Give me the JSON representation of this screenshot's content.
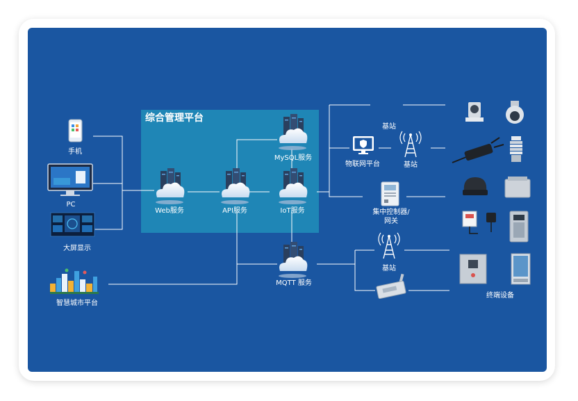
{
  "platform_title": "综合管理平台",
  "clients": {
    "phone": "手机",
    "pc": "PC",
    "bigscreen": "大屏显示",
    "smartcity": "智慧城市平台"
  },
  "services": {
    "web": "Web服务",
    "api": "API服务",
    "mysql": "MySQL服务",
    "iot": "IoT服务",
    "mqtt": "MQTT 服务"
  },
  "network": {
    "iot_platform": "物联网平台",
    "base_station_top": "基站",
    "base_station_tower": "基站",
    "controller_line1": "集中控制器/",
    "controller_line2": "网关",
    "base_station_lower": "基站"
  },
  "devices_label": "终端设备",
  "colors": {
    "panel": "#1a56a1",
    "box": "#1f86b6",
    "line": "#ffffff"
  }
}
